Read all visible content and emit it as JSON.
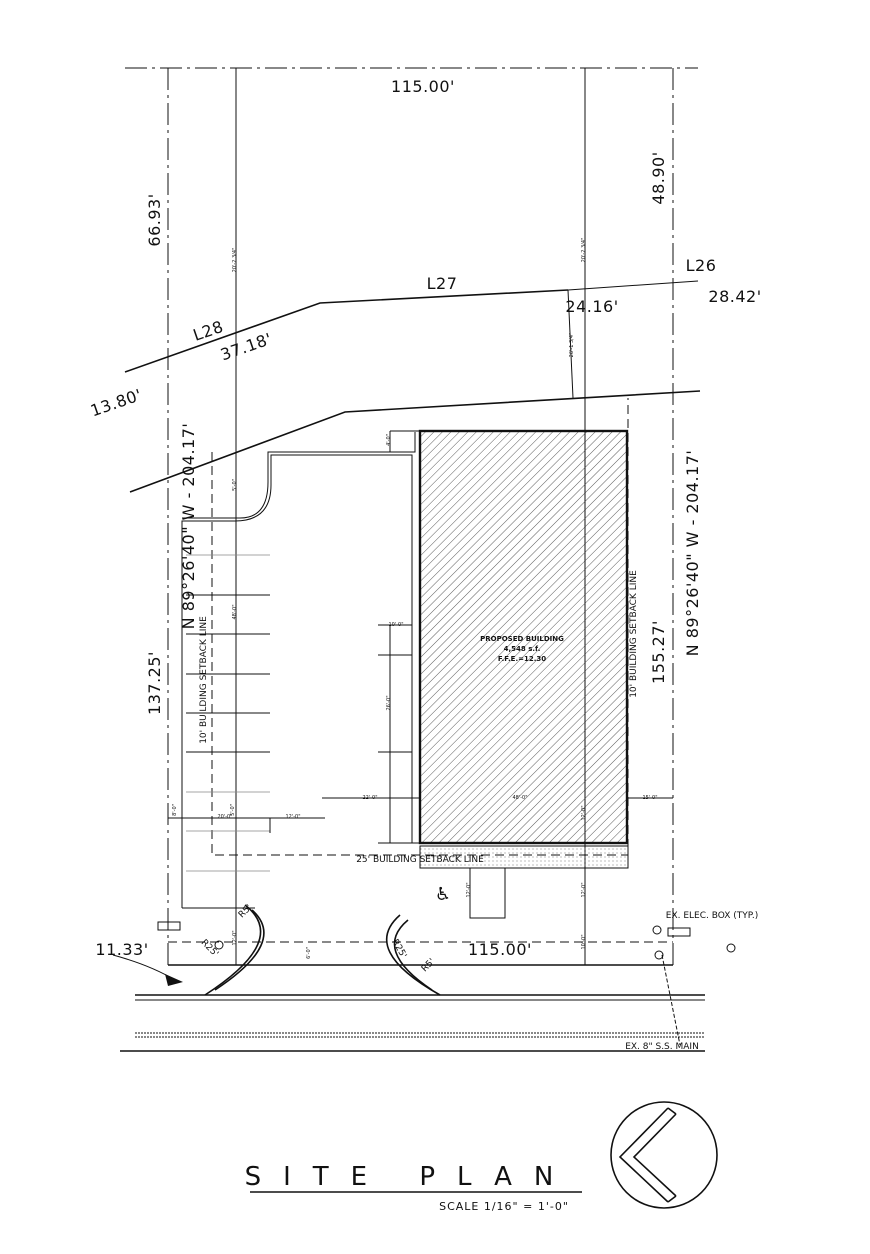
{
  "title": "SITE PLAN",
  "scale": "SCALE 1/16\" = 1'-0\"",
  "building": {
    "name": "PROPOSED BUILDING",
    "area": "4,548 s.f.",
    "ffe": "F.F.E.=12.30"
  },
  "setbacks": {
    "front": "25' BUILDING SETBACK LINE",
    "side_left": "10' BUILDING SETBACK LINE",
    "side_right": "10' BUILDING SETBACK LINE"
  },
  "dimensions": {
    "top": "115.00'",
    "bottom": "115.00'",
    "left_upper": "66.93'",
    "right_upper": "48.90'",
    "left_lower": "137.25'",
    "right_lower": "155.27'",
    "bearing_left": "N 89°26'40\" W - 204.17'",
    "bearing_right": "N 89°26'40\" W - 204.17'",
    "l26_len": "28.42'",
    "l27_len": "24.16'",
    "l28_len": "37.18'",
    "left_end": "13.80'",
    "corner": "11.33'"
  },
  "lines": {
    "l26": "L26",
    "l27": "L27",
    "l28": "L28"
  },
  "radii": {
    "r5": "R5'",
    "r5b": "R5'",
    "r25": "R25'",
    "r25b": "R25'"
  },
  "small_dims": {
    "bldg_width": "48'-0\"",
    "rear": "12'-0\"",
    "right_side": "15'-0\"",
    "drive": "22'-0\"",
    "stall": "20'-0\"",
    "stall2": "12'-0\"",
    "parking_depth": "48'-0\"",
    "aisle": "26'-0\"",
    "front_walk": "12'-0\"",
    "front_walk2": "12'-0\"",
    "offset": "10'-0\"",
    "edge": "5'-0\"",
    "left_small": "5'-0\"",
    "left_small2": "12'-0\"",
    "left_small3": "8'-0\"",
    "top_small": "4'-0\"",
    "top_left": "20'-2 3/4\"",
    "top_right": "20'-2 3/4\"",
    "mid_right": "26'-1 3/4\"",
    "front_small": "10'-0\"",
    "front_small2": "6'-0\""
  },
  "annotations": {
    "elec_box": "EX. ELEC. BOX (TYP.)",
    "sewer_main": "EX. 8\" S.S. MAIN",
    "accessible": "♿"
  },
  "north_arrow": "north-arrow-icon"
}
